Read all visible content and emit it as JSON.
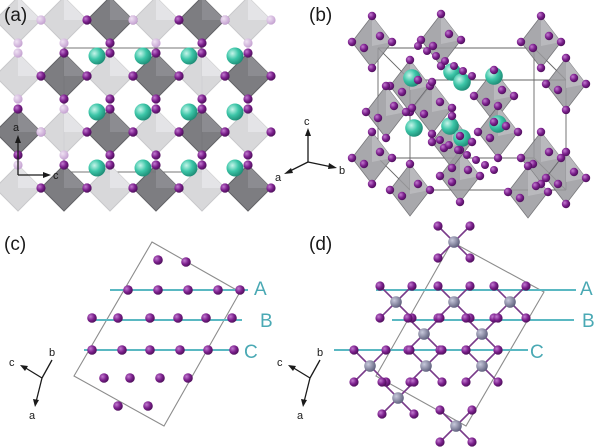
{
  "panels": {
    "a": {
      "label": "(a)",
      "axes": {
        "vertical": "a",
        "horizontal": "c"
      }
    },
    "b": {
      "label": "(b)",
      "axes": {
        "vertical": "c",
        "left": "a",
        "right": "b"
      }
    },
    "c": {
      "label": "(c)",
      "axes": {
        "up_left": "c",
        "down": "a",
        "top": "b"
      },
      "layers": [
        "A",
        "B",
        "C"
      ]
    },
    "d": {
      "label": "(d)",
      "axes": {
        "up_left": "c",
        "down": "a",
        "top": "b"
      },
      "layers": [
        "A",
        "B",
        "C"
      ]
    }
  },
  "colors": {
    "iodine": "#7b1f8c",
    "iodine_faded": "#c9a8d6",
    "cation": "#3cc6a8",
    "octahedron_dark": "#6e6e72",
    "octahedron_light": "#d0d0d3",
    "metal": "#7c7d99",
    "layer_line": "#5ab8c2",
    "cell": "#8c8c8c"
  }
}
